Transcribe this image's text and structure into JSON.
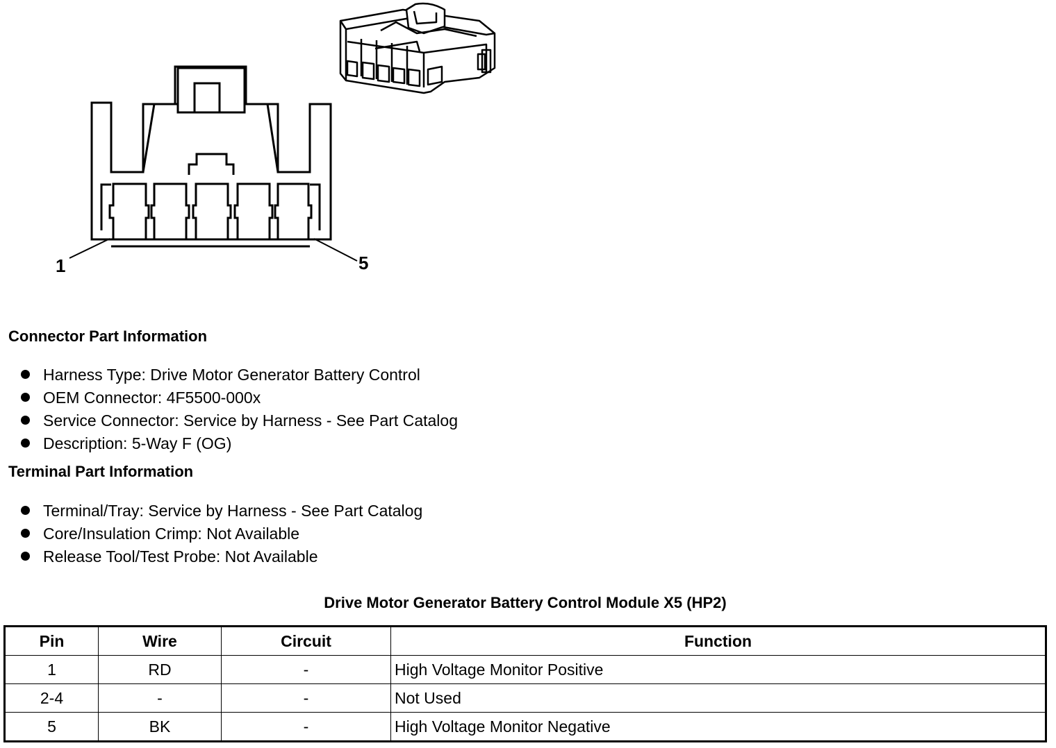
{
  "diagram": {
    "pin_label_left": "1",
    "pin_label_right": "5"
  },
  "connector_part": {
    "heading": "Connector Part Information",
    "items": [
      "Harness Type: Drive Motor Generator Battery Control",
      "OEM Connector: 4F5500-000x",
      "Service Connector: Service by Harness - See Part Catalog",
      "Description: 5-Way F (OG)"
    ]
  },
  "terminal_part": {
    "heading": "Terminal Part Information",
    "items": [
      "Terminal/Tray: Service by Harness - See Part Catalog",
      "Core/Insulation Crimp: Not Available",
      "Release Tool/Test Probe: Not Available"
    ]
  },
  "pin_table": {
    "title": "Drive Motor Generator Battery Control Module X5 (HP2)",
    "headers": [
      "Pin",
      "Wire",
      "Circuit",
      "Function"
    ],
    "rows": [
      [
        "1",
        "RD",
        "-",
        "High Voltage Monitor Positive"
      ],
      [
        "2-4",
        "-",
        "-",
        "Not Used"
      ],
      [
        "5",
        "BK",
        "-",
        "High Voltage Monitor Negative"
      ]
    ]
  }
}
